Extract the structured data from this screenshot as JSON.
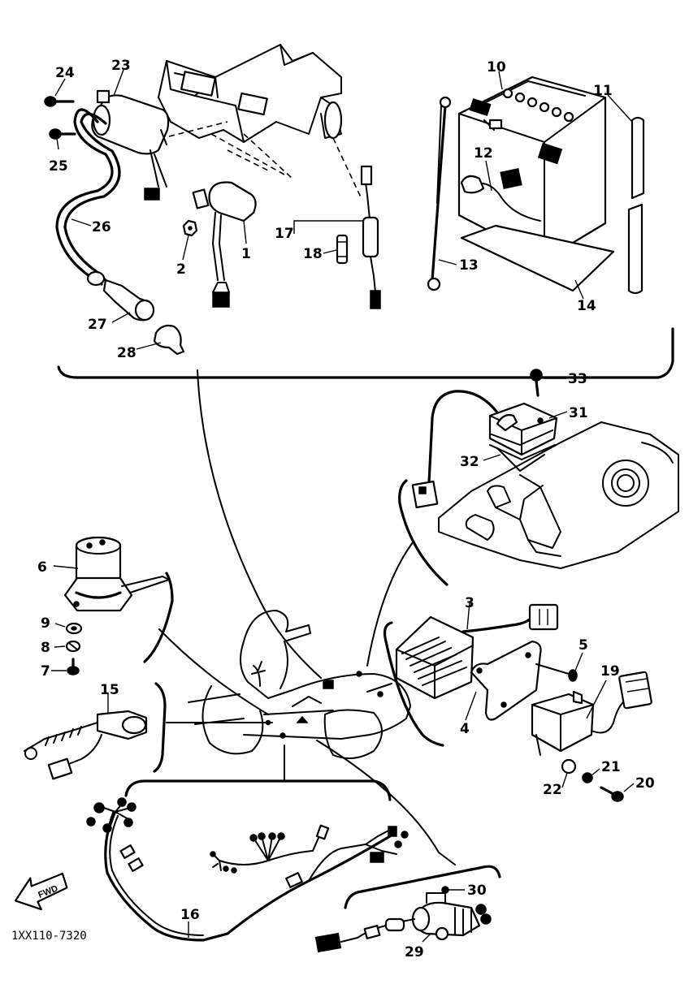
{
  "diagram": {
    "part_code": "1XX110-7320",
    "fwd_label": "FWD",
    "callouts": {
      "c1": "1",
      "c2": "2",
      "c3": "3",
      "c4": "4",
      "c5": "5",
      "c6": "6",
      "c7": "7",
      "c8": "8",
      "c9": "9",
      "c10": "10",
      "c11": "11",
      "c12": "12",
      "c13": "13",
      "c14": "14",
      "c15": "15",
      "c16": "16",
      "c17": "17",
      "c18": "18",
      "c19": "19",
      "c20": "20",
      "c21": "21",
      "c22": "22",
      "c23": "23",
      "c24": "24",
      "c25": "25",
      "c26": "26",
      "c27": "27",
      "c28": "28",
      "c29": "29",
      "c30": "30",
      "c31": "31",
      "c32": "32",
      "c33": "33"
    }
  }
}
